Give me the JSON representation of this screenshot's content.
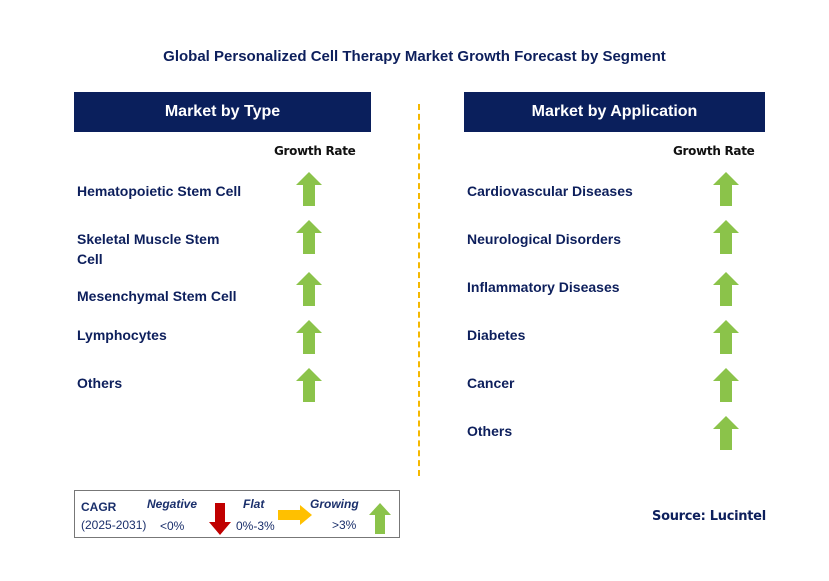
{
  "title": "Global Personalized Cell Therapy Market Growth Forecast by Segment",
  "colors": {
    "header_bg": "#0a1f5c",
    "text": "#0d1f5c",
    "growing_arrow": "#8bc34a",
    "negative_arrow": "#c00000",
    "flat_arrow": "#ffc000",
    "divider": "#f5b800"
  },
  "left_panel": {
    "header": "Market by Type",
    "growth_label": "Growth Rate",
    "items": [
      {
        "label": "Hematopoietic Stem Cell",
        "trend": "growing"
      },
      {
        "label": "Skeletal Muscle Stem Cell",
        "trend": "growing"
      },
      {
        "label": "Mesenchymal Stem Cell",
        "trend": "growing"
      },
      {
        "label": "Lymphocytes",
        "trend": "growing"
      },
      {
        "label": "Others",
        "trend": "growing"
      }
    ]
  },
  "right_panel": {
    "header": "Market by Application",
    "growth_label": "Growth Rate",
    "items": [
      {
        "label": "Cardiovascular Diseases",
        "trend": "growing"
      },
      {
        "label": "Neurological Disorders",
        "trend": "growing"
      },
      {
        "label": "Inflammatory Diseases",
        "trend": "growing"
      },
      {
        "label": "Diabetes",
        "trend": "growing"
      },
      {
        "label": "Cancer",
        "trend": "growing"
      },
      {
        "label": "Others",
        "trend": "growing"
      }
    ]
  },
  "legend": {
    "cagr_label": "CAGR",
    "period": "(2025-2031)",
    "negative_label": "Negative",
    "negative_range": "<0%",
    "flat_label": "Flat",
    "flat_range": "0%-3%",
    "growing_label": "Growing",
    "growing_range": ">3%"
  },
  "source": "Source: Lucintel"
}
